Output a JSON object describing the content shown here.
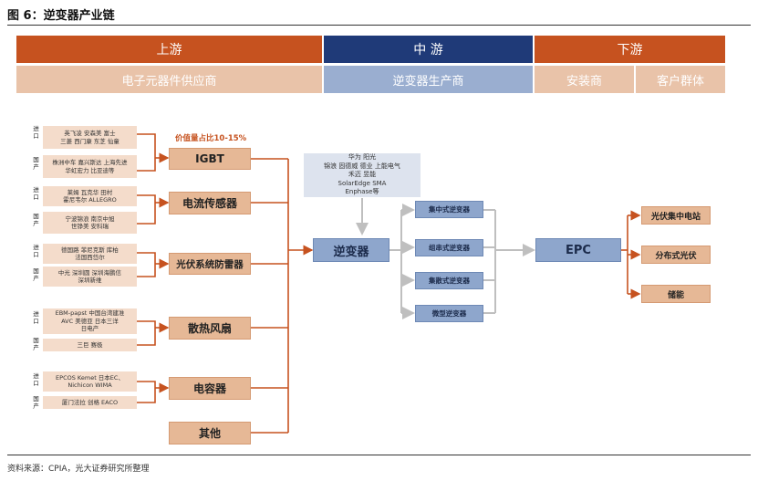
{
  "title": "图 6：逆变器产业链",
  "header": {
    "upstream": "上游",
    "midstream": "中 游",
    "downstream": "下游",
    "upstream_sub": "电子元器件供应商",
    "midstream_sub": "逆变器生产商",
    "installer": "安装商",
    "customer": "客户群体"
  },
  "side_labels": {
    "import": "进口",
    "domestic": "国产"
  },
  "value_note": "价值量占比10-15%",
  "components": [
    {
      "name": "IGBT",
      "import": "英飞凌 安森美 富士\n三菱 西门康 东芝 仙童",
      "domestic": "株洲中车 嘉兴斯达 上海先进\n华虹宏力 比亚迪等"
    },
    {
      "name": "电流传感器",
      "import": "莱姆 瓦克华 田村\n霍尼韦尔 ALLEGRO",
      "domestic": "宁波锦浪 南京中旭\n世铮美 安科瑞"
    },
    {
      "name": "光伏系统防雷器",
      "import": "德国路 菲尼克斯 库柏\n法国西岱尔",
      "domestic": "中光 深圳圆 深圳海鹏信\n深圳新维"
    },
    {
      "name": "散热风扇",
      "import": "EBM-papst 中国台湾建准\nAVC 美德亚 日本三洋\n日电产",
      "domestic": "三巨 赛极"
    },
    {
      "name": "电容器",
      "import": "EPCOS Kemet 日本EC、\nNichicon WIMA",
      "domestic": "厦门法拉 创格 EACO"
    },
    {
      "name": "其他"
    }
  ],
  "manufacturers": "华为 阳光\n锦浪 固德威 德业 上能电气\n禾迈 昱能\nSolarEdge SMA\nEnphase等",
  "inverter": "逆变器",
  "inverter_types": [
    "集中式逆变器",
    "组串式逆变器",
    "集散式逆变器",
    "微型逆变器"
  ],
  "epc": "EPC",
  "customers": [
    "光伏集中电站",
    "分布式光伏",
    "储能"
  ],
  "source": "资料来源：CPIA，光大证券研究所整理",
  "colors": {
    "orange": "#c6521f",
    "navy": "#1f3a78",
    "gray_arrow": "#bfbfbf"
  }
}
